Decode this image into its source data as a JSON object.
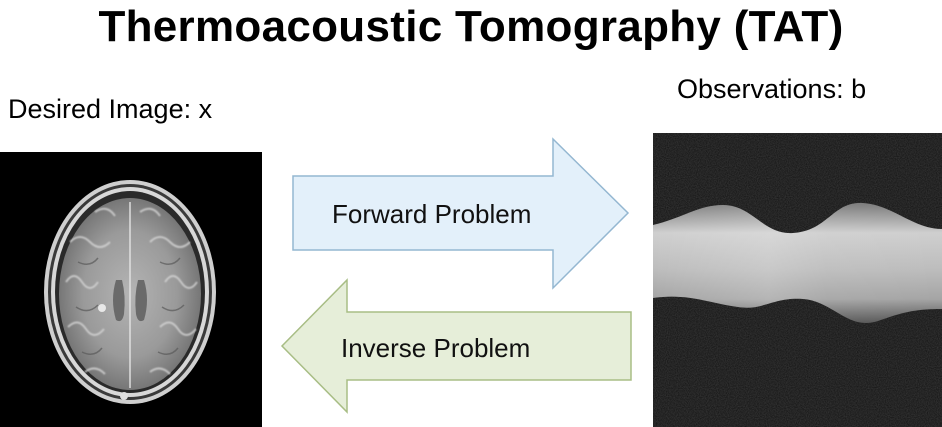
{
  "title": "Thermoacoustic Tomography (TAT)",
  "desired_label": "Desired Image: x",
  "observations_label": "Observations: b",
  "forward_label": "Forward Problem",
  "inverse_label": "Inverse Problem",
  "colors": {
    "forward_fill": "#e3f0fa",
    "forward_stroke": "#94b7d1",
    "inverse_fill": "#e6eed9",
    "inverse_stroke": "#a8bd85"
  }
}
